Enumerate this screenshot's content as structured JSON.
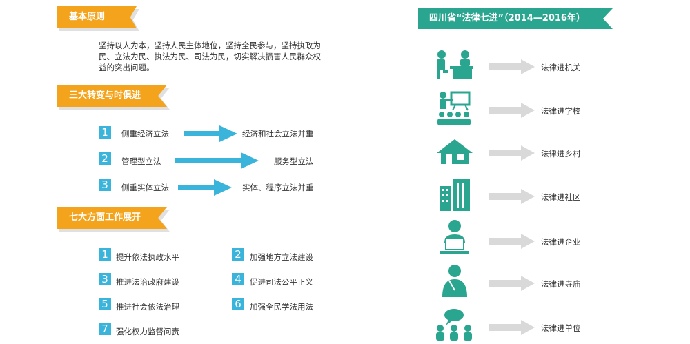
{
  "left": {
    "header1": "基本原则",
    "principle_text": "坚持以人为本，坚持人民主体地位，坚持全民参与，坚持执政为民、立法为民、执法为民、司法为民，切实解决损害人民群众权益的突出问题。",
    "header2": "三大转变与时俱进",
    "shifts": [
      {
        "num": "1",
        "from": "侧重经济立法",
        "to": "经济和社会立法并重"
      },
      {
        "num": "2",
        "from": "管理型立法",
        "to": "服务型立法"
      },
      {
        "num": "3",
        "from": "侧重实体立法",
        "to": "实体、程序立法并重"
      }
    ],
    "header3": "七大方面工作展开",
    "works": [
      {
        "num": "1",
        "text": "提升依法执政水平"
      },
      {
        "num": "2",
        "text": "加强地方立法建设"
      },
      {
        "num": "3",
        "text": "推进法治政府建设"
      },
      {
        "num": "4",
        "text": "促进司法公平正义"
      },
      {
        "num": "5",
        "text": "推进社会依法治理"
      },
      {
        "num": "6",
        "text": "加强全民学法用法"
      },
      {
        "num": "7",
        "text": "强化权力监督问责"
      }
    ]
  },
  "right": {
    "header": "四川省“法律七进”（2014—2016年）",
    "items": [
      {
        "icon": "office-workers-icon",
        "text": "法律进机关"
      },
      {
        "icon": "classroom-icon",
        "text": "法律进学校"
      },
      {
        "icon": "house-icon",
        "text": "法律进乡村"
      },
      {
        "icon": "buildings-icon",
        "text": "法律进社区"
      },
      {
        "icon": "laptop-worker-icon",
        "text": "法律进企业"
      },
      {
        "icon": "monk-icon",
        "text": "法律进寺庙"
      },
      {
        "icon": "speech-group-icon",
        "text": "法律进单位"
      }
    ]
  },
  "colors": {
    "orange": "#f4a41c",
    "teal": "#2aa58f",
    "blue": "#3ab4da",
    "arrow_gray": "#d9d9d9"
  }
}
